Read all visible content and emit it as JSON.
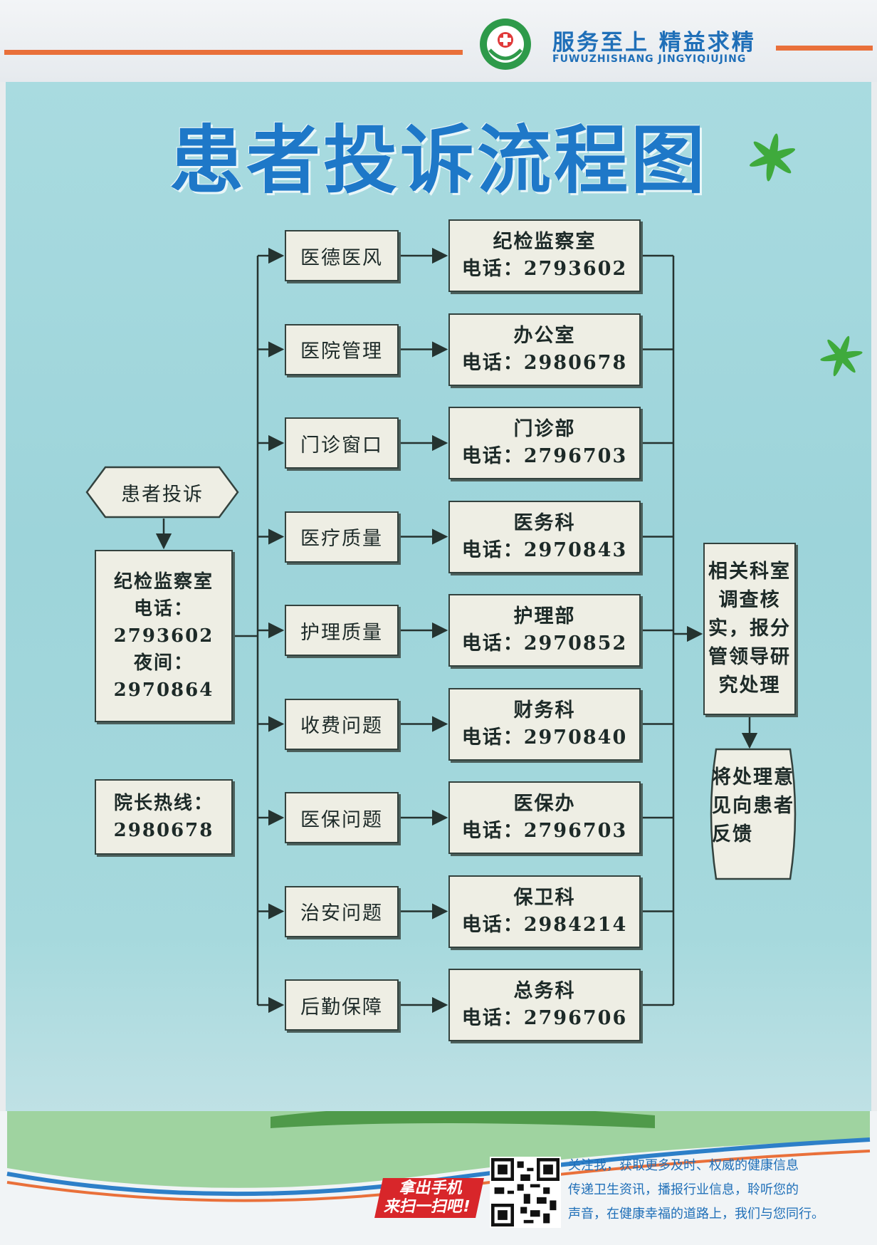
{
  "header": {
    "slogan": "服务至上  精益求精",
    "slogan_pinyin": "FUWUZHISHANG JINGYIQIUJING"
  },
  "title": "患者投诉流程图",
  "start": {
    "label": "患者投诉",
    "office_lines": [
      "纪检监察室",
      "电话：",
      "2793602",
      "夜间：",
      "2970864"
    ],
    "hotline_lines": [
      "院长热线：",
      "2980678"
    ]
  },
  "categories": [
    "医德医风",
    "医院管理",
    "门诊窗口",
    "医疗质量",
    "护理质量",
    "收费问题",
    "医保问题",
    "治安问题",
    "后勤保障"
  ],
  "departments": [
    {
      "name": "纪检监察室",
      "phone": "电话：2793602"
    },
    {
      "name": "办公室",
      "phone": "电话：2980678"
    },
    {
      "name": "门诊部",
      "phone": "电话：2796703"
    },
    {
      "name": "医务科",
      "phone": "电话：2970843"
    },
    {
      "name": "护理部",
      "phone": "电话：2970852"
    },
    {
      "name": "财务科",
      "phone": "电话：2970840"
    },
    {
      "name": "医保办",
      "phone": "电话：2796703"
    },
    {
      "name": "保卫科",
      "phone": "电话：2984214"
    },
    {
      "name": "总务科",
      "phone": "电话：2796706"
    }
  ],
  "investigate_lines": [
    "相关科室",
    "调查核",
    "实，报分",
    "管领导研",
    "究处理"
  ],
  "feedback_lines": [
    "将处理意",
    "见向患者",
    "反馈"
  ],
  "footer": {
    "scan_badge_lines": [
      "拿出手机",
      "来扫一扫吧!"
    ],
    "info_lines": [
      "关注我，获取更多及时、权威的健康信息",
      "传递卫生资讯，播报行业信息，聆听您的",
      "声音，在健康幸福的道路上，我们与您同行。"
    ]
  },
  "colors": {
    "title": "#1e78c8",
    "accent_orange": "#e9703a",
    "background": "#a9dbe0",
    "box_fill": "#eeeee4"
  }
}
